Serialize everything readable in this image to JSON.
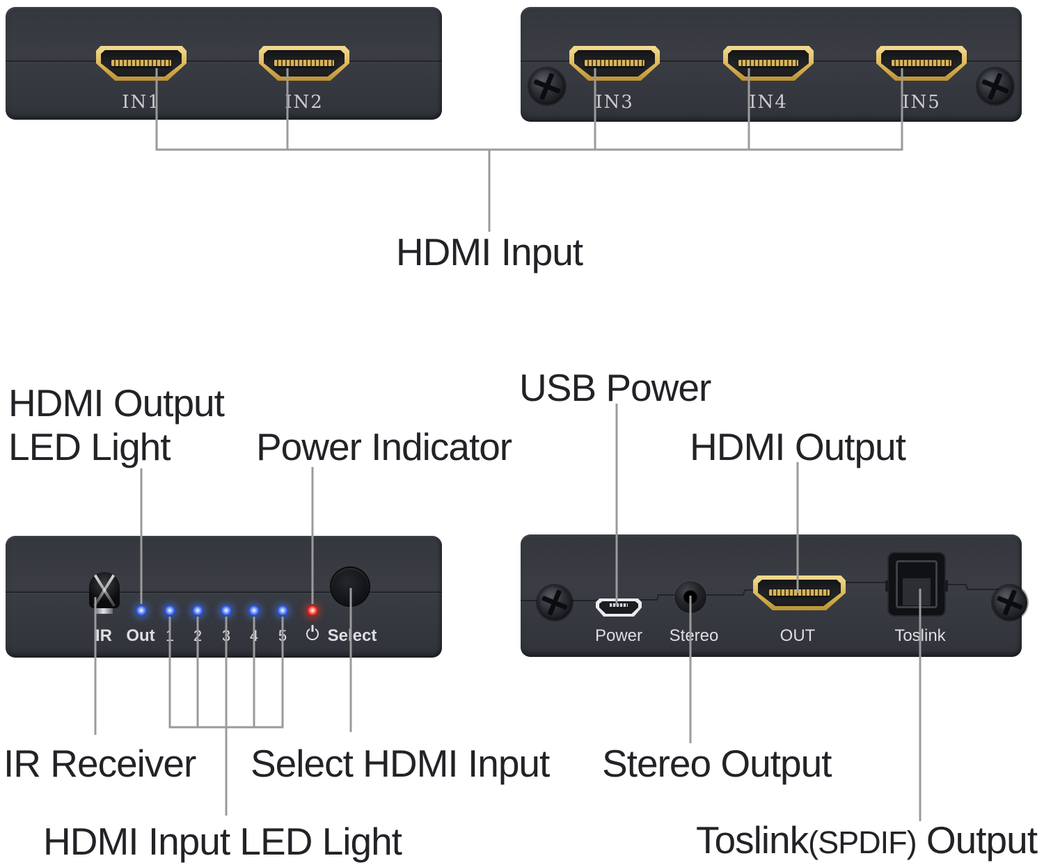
{
  "top": {
    "caption": "HDMI Input",
    "left_ports": [
      "IN1",
      "IN2"
    ],
    "right_ports": [
      "IN3",
      "IN4",
      "IN5"
    ]
  },
  "front": {
    "label_output_led_line1": "HDMI Output",
    "label_output_led_line2": "LED Light",
    "label_power_indicator": "Power Indicator",
    "label_ir_receiver": "IR Receiver",
    "label_select": "Select HDMI Input",
    "label_input_led": "HDMI Input LED Light",
    "panel": {
      "ir": "IR",
      "out": "Out",
      "leds": [
        "1",
        "2",
        "3",
        "4",
        "5"
      ],
      "select": "Select"
    }
  },
  "back": {
    "label_usb_power": "USB Power",
    "label_hdmi_output": "HDMI Output",
    "label_stereo_output": "Stereo Output",
    "toslink_parts": [
      "Toslink",
      "(SPDIF)",
      " Output"
    ],
    "panel": {
      "power": "Power",
      "stereo": "Stereo",
      "out": "OUT",
      "toslink": "Toslink"
    }
  },
  "colors": {
    "gold": "#ddb656",
    "callout_line": "#9b9b9b",
    "led_blue": "#2c5cf0",
    "led_red": "#ee1b10",
    "panel_dark": "#34373d",
    "caption_text": "#222327"
  }
}
